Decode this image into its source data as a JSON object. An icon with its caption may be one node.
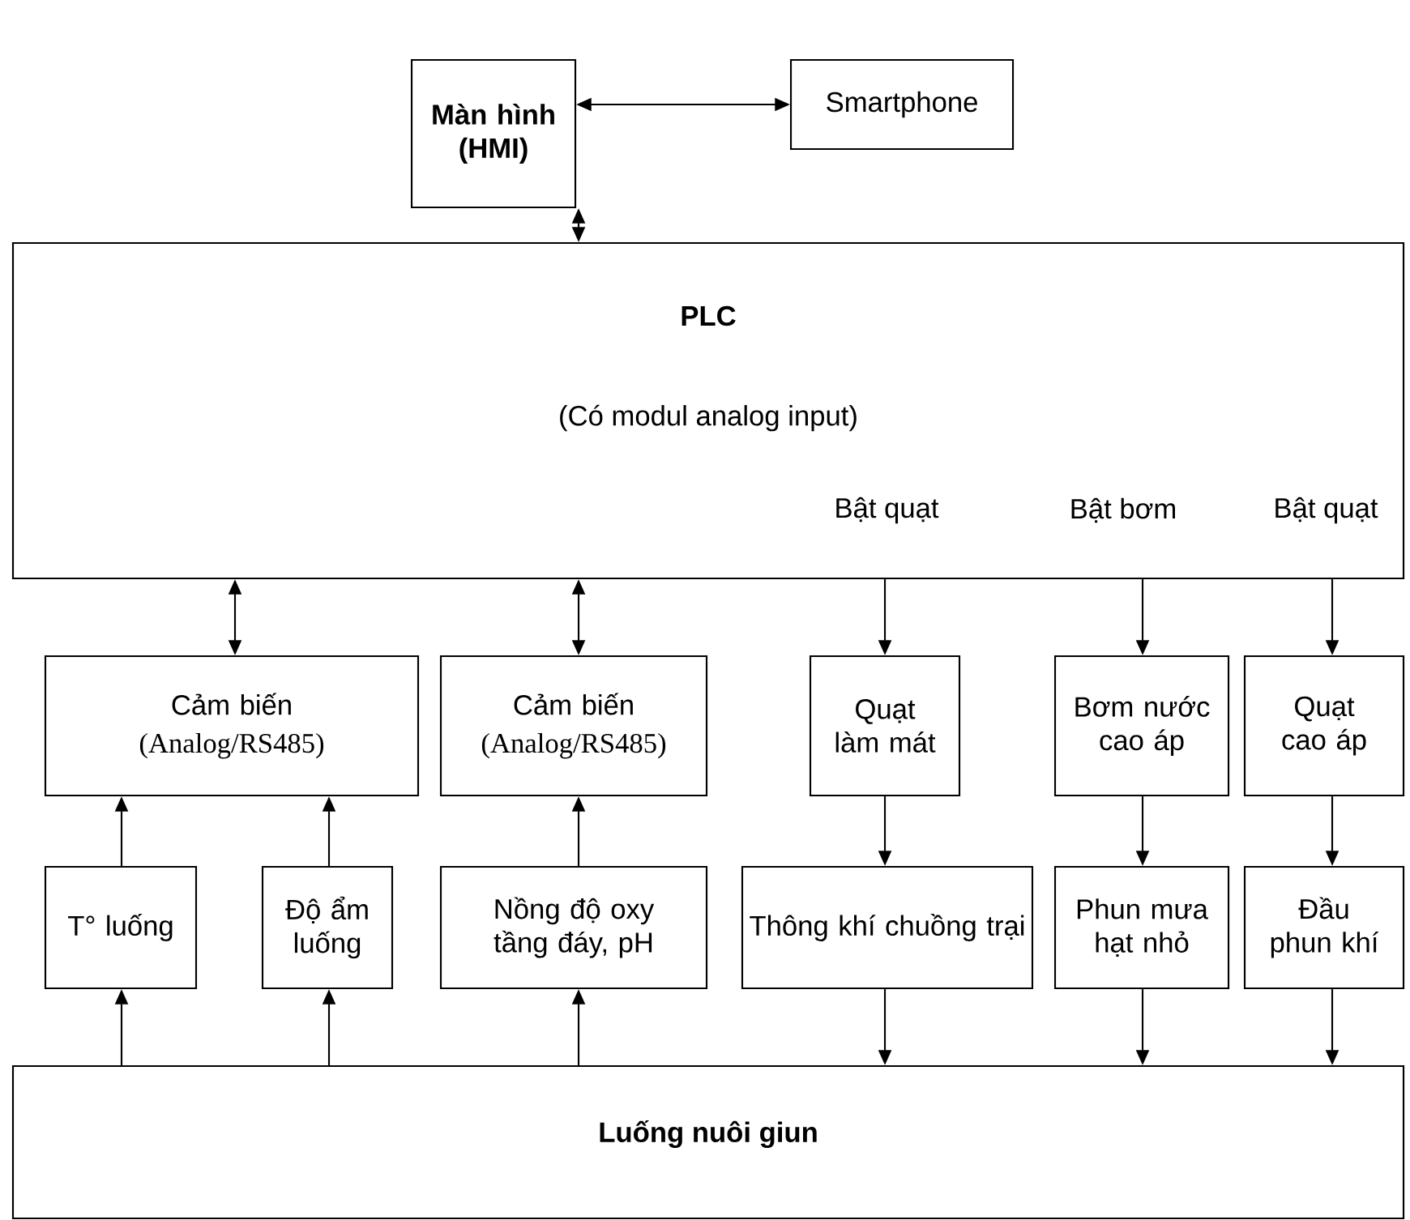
{
  "diagram": {
    "nodes": [
      {
        "text": [
          "Màn hình (HMI)"
        ]
      },
      {
        "text": [
          "Smartphone"
        ]
      },
      {
        "text": [
          "PLC",
          "(Có modul analog input)",
          "Bật quạt",
          "Bật bơm",
          "Bật quạt"
        ]
      },
      {
        "text": [
          "Cảm biến",
          "(Analog/RS485)"
        ]
      },
      {
        "text": [
          "Cảm biến",
          "(Analog/RS485)"
        ]
      },
      {
        "text": [
          "Quạt làm mát"
        ]
      },
      {
        "text": [
          "Bơm nước cao áp"
        ]
      },
      {
        "text": [
          "Quạt cao áp"
        ]
      },
      {
        "text": [
          "T° luống"
        ]
      },
      {
        "text": [
          "Độ ẩm luống"
        ]
      },
      {
        "text": [
          "Nồng độ oxy tầng đáy, pH"
        ]
      },
      {
        "text": [
          "Thông khí chuồng trại"
        ]
      },
      {
        "text": [
          "Phun mưa hạt nhỏ"
        ]
      },
      {
        "text": [
          "Đầu phun khí"
        ]
      },
      {
        "text": [
          "Luống nuôi giun"
        ]
      }
    ],
    "edges": [
      {
        "from": 0,
        "to": 1,
        "arrow": "both"
      },
      {
        "from": 0,
        "to": 2,
        "arrow": "both"
      },
      {
        "from": 2,
        "to": 3,
        "arrow": "both"
      },
      {
        "from": 2,
        "to": 4,
        "arrow": "both"
      },
      {
        "from": 2,
        "to": 5,
        "arrow": "to"
      },
      {
        "from": 2,
        "to": 6,
        "arrow": "to"
      },
      {
        "from": 2,
        "to": 7,
        "arrow": "to"
      },
      {
        "from": 8,
        "to": 3,
        "arrow": "to"
      },
      {
        "from": 9,
        "to": 3,
        "arrow": "to"
      },
      {
        "from": 10,
        "to": 4,
        "arrow": "to"
      },
      {
        "from": 5,
        "to": 11,
        "arrow": "to"
      },
      {
        "from": 6,
        "to": 12,
        "arrow": "to"
      },
      {
        "from": 7,
        "to": 13,
        "arrow": "to"
      },
      {
        "from": 14,
        "to": 8,
        "arrow": "to"
      },
      {
        "from": 14,
        "to": 9,
        "arrow": "to"
      },
      {
        "from": 14,
        "to": 10,
        "arrow": "to"
      },
      {
        "from": 11,
        "to": 14,
        "arrow": "to"
      },
      {
        "from": 12,
        "to": 14,
        "arrow": "to"
      },
      {
        "from": 13,
        "to": 14,
        "arrow": "to"
      }
    ]
  }
}
